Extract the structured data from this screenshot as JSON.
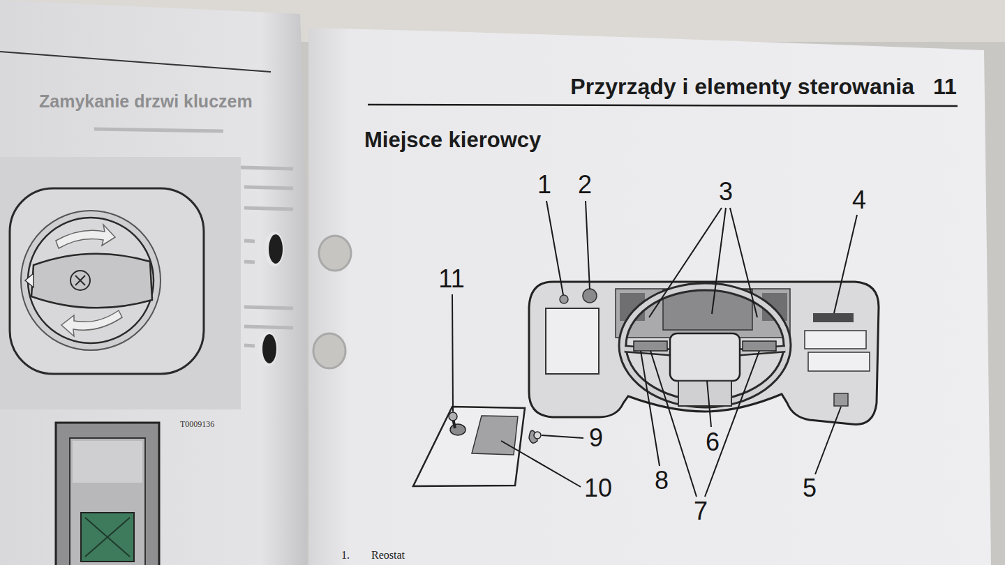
{
  "diagram": {
    "title": "Miejsce kierowcy",
    "labels": [
      "Przyrządy i elementy sterowania",
      "11",
      "Zamykanie drzwi kluczem",
      "T0009136",
      "1",
      "2",
      "3",
      "4",
      "5",
      "6",
      "7",
      "8",
      "9",
      "10",
      "11",
      "1.",
      "Reostat"
    ]
  }
}
